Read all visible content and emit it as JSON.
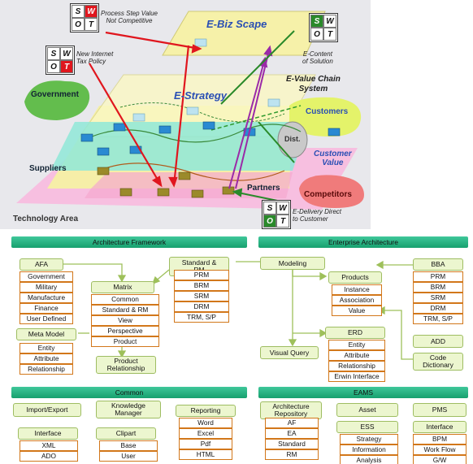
{
  "diagram_top": {
    "layers": {
      "ebiz_scape": "E-Biz Scape",
      "e_strategy": "E-Strategy",
      "e_value_chain": "E-Value Chain\nSystem"
    },
    "labels": {
      "government": "Government",
      "suppliers": "Suppliers",
      "partners": "Partners",
      "customers": "Customers",
      "dist": "Dist.",
      "customer_value": "Customer\nValue",
      "competitors": "Competitors",
      "technology_area": "Technology Area"
    },
    "swot_letters": [
      "S",
      "W",
      "O",
      "T"
    ],
    "notes": {
      "process_step": "Process Step Value\nNot Competitive",
      "tax_policy": "New Internet\nTax Policy",
      "e_content": "E-Content\nof Solution",
      "e_delivery": "E-Delivery Direct\nto Customer"
    }
  },
  "arch_framework": {
    "title": "Architecture Framework",
    "afa": {
      "label": "AFA",
      "items": [
        "Government",
        "Military",
        "Manufacture",
        "Finance",
        "User Defined"
      ]
    },
    "matrix": {
      "label": "Matrix",
      "items": [
        "Common",
        "Standard & RM",
        "View",
        "Perspective",
        "Product"
      ]
    },
    "standard_rm": {
      "label": "Standard &\nRM",
      "items": [
        "PRM",
        "BRM",
        "SRM",
        "DRM",
        "TRM, S/P"
      ]
    },
    "meta_model": {
      "label": "Meta Model",
      "items": [
        "Entity",
        "Attribute",
        "Relationship"
      ]
    },
    "product_relationship": "Product\nRelationship"
  },
  "enterprise_arch": {
    "title": "Enterprise Architecture",
    "modeling": "Modeling",
    "products": {
      "label": "Products",
      "items": [
        "Instance",
        "Association",
        "Value"
      ]
    },
    "bba": {
      "label": "BBA",
      "items": [
        "PRM",
        "BRM",
        "SRM",
        "DRM",
        "TRM, S/P"
      ]
    },
    "erd": {
      "label": "ERD",
      "items": [
        "Entity",
        "Attribute",
        "Relationship",
        "Erwin Interface"
      ]
    },
    "visual_query": "Visual Query",
    "add": "ADD",
    "code_dictionary": "Code\nDictionary"
  },
  "common": {
    "title": "Common",
    "import_export": "Import/Export",
    "knowledge_manager": "Knowledge\nManager",
    "reporting": {
      "label": "Reporting",
      "items": [
        "Word",
        "Excel",
        "Pdf",
        "HTML"
      ]
    },
    "interface": {
      "label": "Interface",
      "items": [
        "XML",
        "ADO"
      ]
    },
    "clipart": {
      "label": "Clipart",
      "items": [
        "Base",
        "User"
      ]
    }
  },
  "eams": {
    "title": "EAMS",
    "arch_repo": {
      "label": "Architecture\nRepository",
      "items": [
        "AF",
        "EA",
        "Standard",
        "RM"
      ]
    },
    "asset": "Asset",
    "pms": "PMS",
    "ess": {
      "label": "ESS",
      "items": [
        "Strategy",
        "Information",
        "Analysis"
      ]
    },
    "interface": {
      "label": "Interface",
      "items": [
        "BPM",
        "Work Flow",
        "G/W"
      ]
    }
  }
}
